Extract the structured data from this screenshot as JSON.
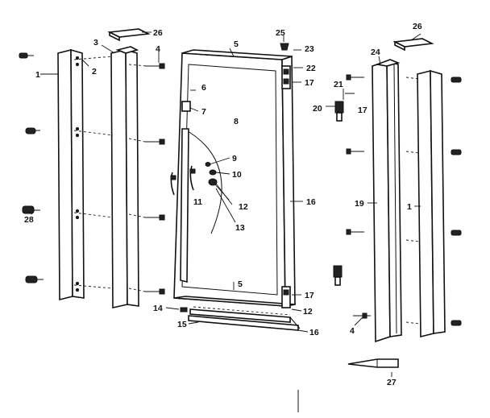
{
  "callouts": {
    "c1a": "1",
    "c2": "2",
    "c3": "3",
    "c4a": "4",
    "c26a": "26",
    "c28": "28",
    "c5a": "5",
    "c5b": "5",
    "c6": "6",
    "c7": "7",
    "c8": "8",
    "c9": "9",
    "c10": "10",
    "c11": "11",
    "c12a": "12",
    "c13": "13",
    "c14": "14",
    "c15": "15",
    "c16a": "16",
    "c16b": "16",
    "c12b": "12",
    "c17a": "17",
    "c17b": "17",
    "c17c": "17",
    "c22": "22",
    "c23": "23",
    "c25": "25",
    "c20": "20",
    "c21": "21",
    "c24": "24",
    "c26b": "26",
    "c19": "19",
    "c1b": "1",
    "c4b": "4",
    "c27": "27"
  }
}
